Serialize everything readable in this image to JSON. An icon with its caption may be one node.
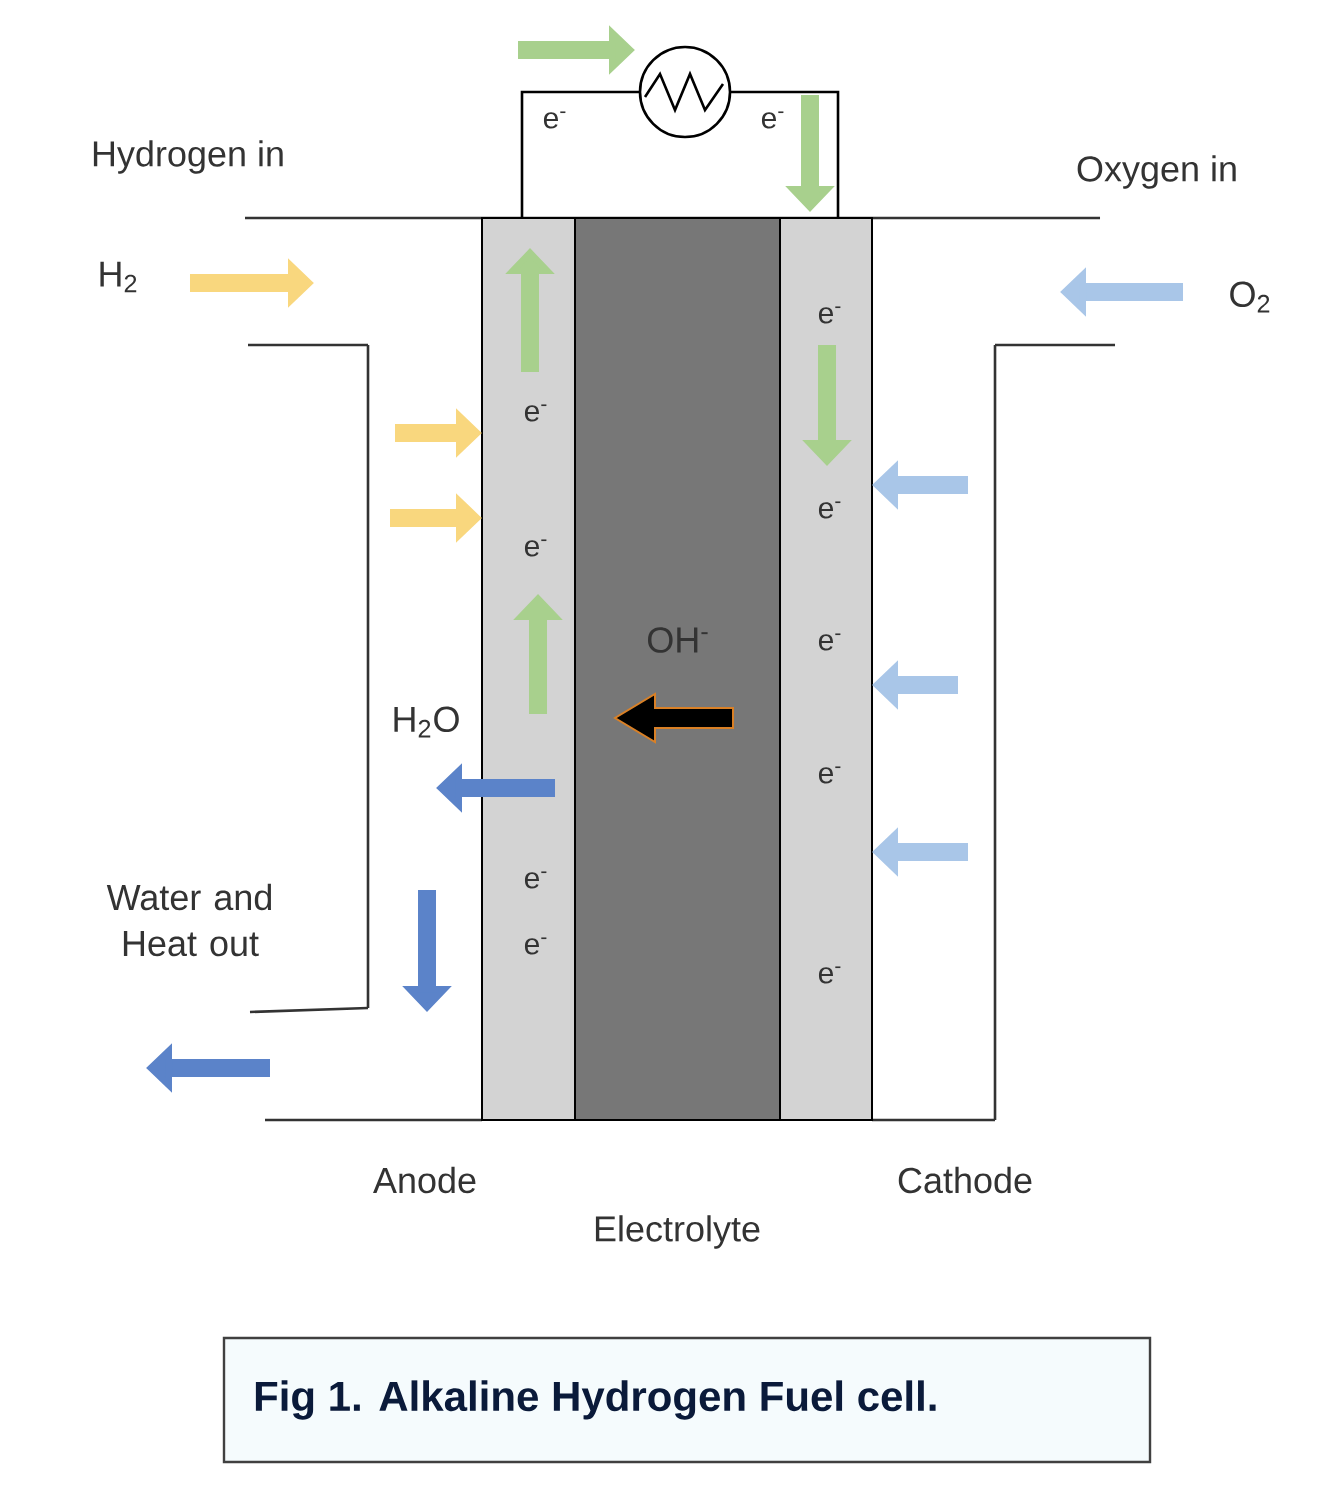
{
  "diagram": {
    "caption": "Fig 1. Alkaline Hydrogen Fuel cell.",
    "nodes": [
      {
        "text": [
          "Anode"
        ]
      },
      {
        "text": [
          "Electrolyte"
        ]
      },
      {
        "text": [
          "Cathode"
        ]
      },
      {
        "text": [],
        "shape": "circle"
      }
    ],
    "edges": [
      {
        "from": 0,
        "to": 3,
        "arrow": "none",
        "color": "#000000"
      },
      {
        "from": 3,
        "to": 2,
        "arrow": "none",
        "color": "#000000"
      },
      {
        "from": null,
        "to": 0,
        "arrow": "to",
        "color": "#f9d77e"
      },
      {
        "from": null,
        "to": 0,
        "arrow": "to",
        "color": "#f9d77e"
      },
      {
        "from": null,
        "to": 2,
        "arrow": "to",
        "color": "#a9c6e8"
      },
      {
        "from": null,
        "to": 2,
        "arrow": "to",
        "color": "#a9c6e8"
      },
      {
        "from": null,
        "to": 2,
        "arrow": "to",
        "color": "#a9c6e8"
      }
    ],
    "labels": [
      "e$^{-}$",
      "e$^{-}$",
      "Hydrogen in",
      "Oxygen in",
      "H$_{2}$",
      "O$_{2}$",
      "e$^{-}$",
      "e$^{-}$",
      "e$^{-}$",
      "e$^{-}$",
      "e$^{-}$",
      "OH$^{-}$",
      "H$_{2}$O",
      "e$^{-}$",
      "Water and Heat out",
      "e$^{-}$",
      "e$^{-}$",
      "e$^{-}$"
    ]
  }
}
